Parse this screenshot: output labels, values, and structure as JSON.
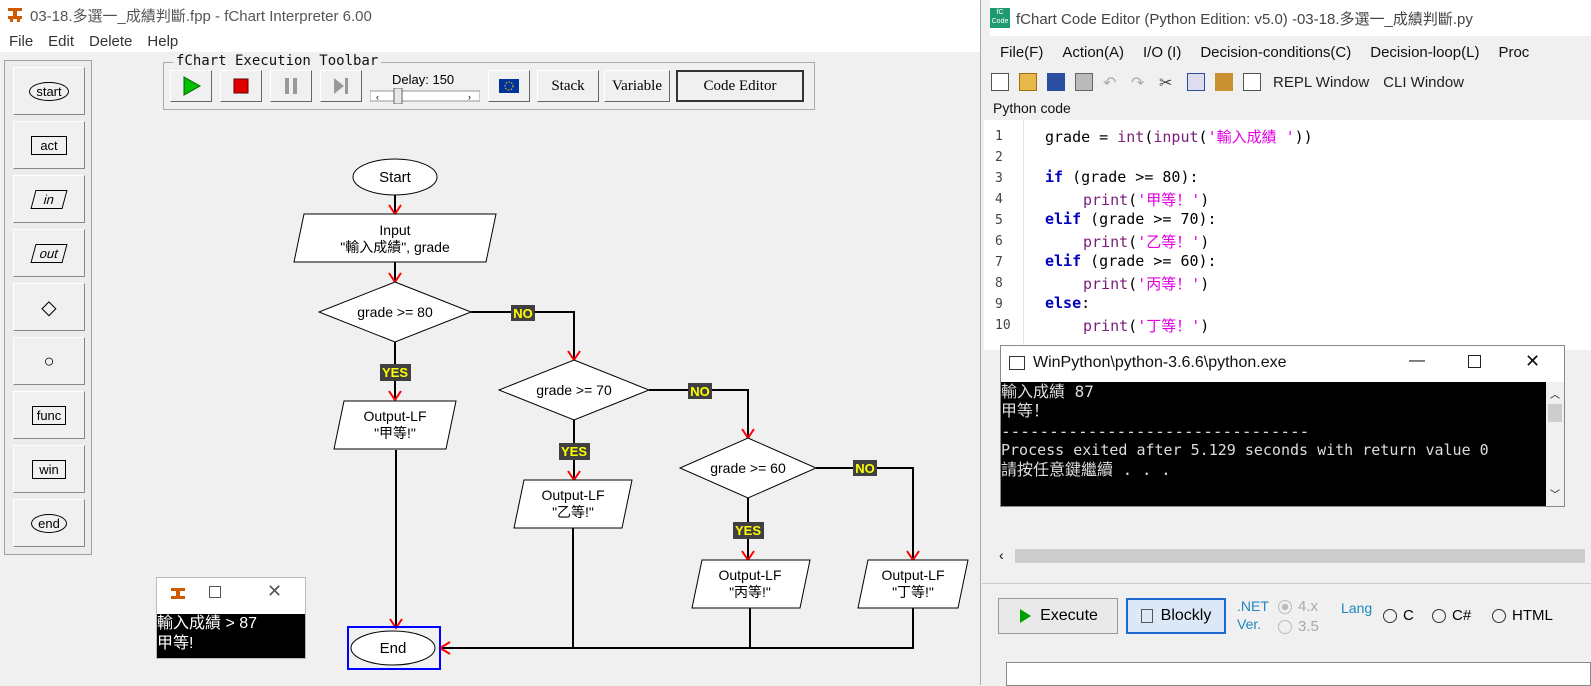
{
  "left_window": {
    "title": "03-18.多選一_成績判斷.fpp - fChart Interpreter 6.00",
    "menu": [
      "File",
      "Edit",
      "Delete",
      "Help"
    ]
  },
  "palette": [
    "start",
    "act",
    "in",
    "out",
    "◇",
    "○",
    "func",
    "win",
    "end"
  ],
  "toolbar": {
    "group_title": "fChart Execution Toolbar",
    "delay_label": "Delay: 150",
    "stack_label": "Stack",
    "variable_label": "Variable",
    "code_editor_label": "Code Editor"
  },
  "flowchart": {
    "start": "Start",
    "input_line1": "Input",
    "input_line2": "\"輸入成績\", grade",
    "d1": "grade >= 80",
    "d2": "grade >= 70",
    "d3": "grade >= 60",
    "yes": "YES",
    "no": "NO",
    "out_label": "Output-LF",
    "out1": "\"甲等!\"",
    "out2": "\"乙等!\"",
    "out3": "\"丙等!\"",
    "out4": "\"丁等!\"",
    "end": "End"
  },
  "mini_output": {
    "line1": "輸入成績 > 87",
    "line2": "甲等!"
  },
  "right_window": {
    "title": "fChart Code Editor (Python Edition:  v5.0) -03-18.多選一_成績判斷.py",
    "menu": [
      "File(F)",
      "Action(A)",
      "I/O (I)",
      "Decision-conditions(C)",
      "Decision-loop(L)",
      "Proc"
    ],
    "repl": "REPL Window",
    "cli": "CLI Window",
    "code_label": "Python code",
    "line_numbers": [
      "1",
      "2",
      "3",
      "4",
      "5",
      "6",
      "7",
      "8",
      "9",
      "10"
    ]
  },
  "code": {
    "l1a": "grade = ",
    "l1b": "int",
    "l1c": "(",
    "l1d": "input",
    "l1e": "(",
    "l1f": "'輸入成績 '",
    "l1g": "))",
    "if": "if",
    "elif": "elif",
    "else": "else",
    "print": "print",
    "c80": " (grade >= 80):",
    "c70": " (grade >= 70):",
    "c60": " (grade >= 60):",
    "colon": ":",
    "s1": "'甲等！'",
    "s2": "'乙等！'",
    "s3": "'丙等！'",
    "s4": "'丁等！'"
  },
  "console": {
    "title": "WinPython\\python-3.6.6\\python.exe",
    "line1": "輸入成績 87",
    "line2": "甲等！",
    "line3": "--------------------------------",
    "line4": "Process exited after 5.129 seconds with return value 0",
    "line5": "請按任意鍵繼續 . . ."
  },
  "bottom": {
    "execute": "Execute",
    "blockly": "Blockly",
    "net_label": ".NET",
    "ver_label": "Ver.",
    "v4": "4.x",
    "v35": "3.5",
    "lang": "Lang",
    "c": "C",
    "csharp": "C#",
    "html": "HTML"
  },
  "colors": {
    "yes_no_bg": "#404040",
    "yes_no_fg": "#ffff00",
    "arrow": "#ff0000",
    "end_highlight": "#0000ff"
  }
}
